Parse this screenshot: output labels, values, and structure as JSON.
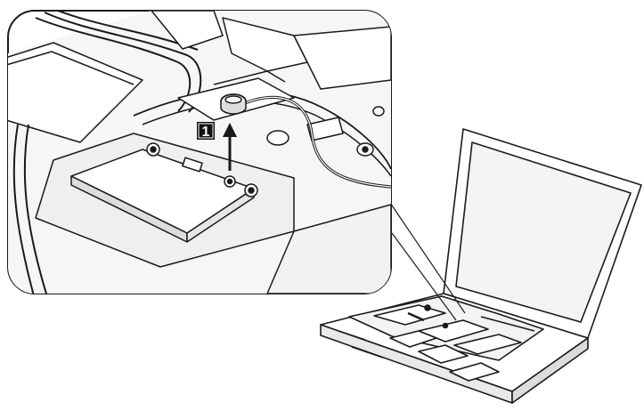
{
  "diagram": {
    "callouts": [
      {
        "id": "step-1",
        "text": "1"
      }
    ],
    "colors": {
      "line": "#1a1a1a",
      "fill": "#ffffff",
      "shade": "#e9e9e9",
      "callout_bg": "#111111",
      "callout_text": "#ffffff"
    },
    "arrow_direction": "up",
    "illustration": "laptop-with-zoomed-detail"
  }
}
